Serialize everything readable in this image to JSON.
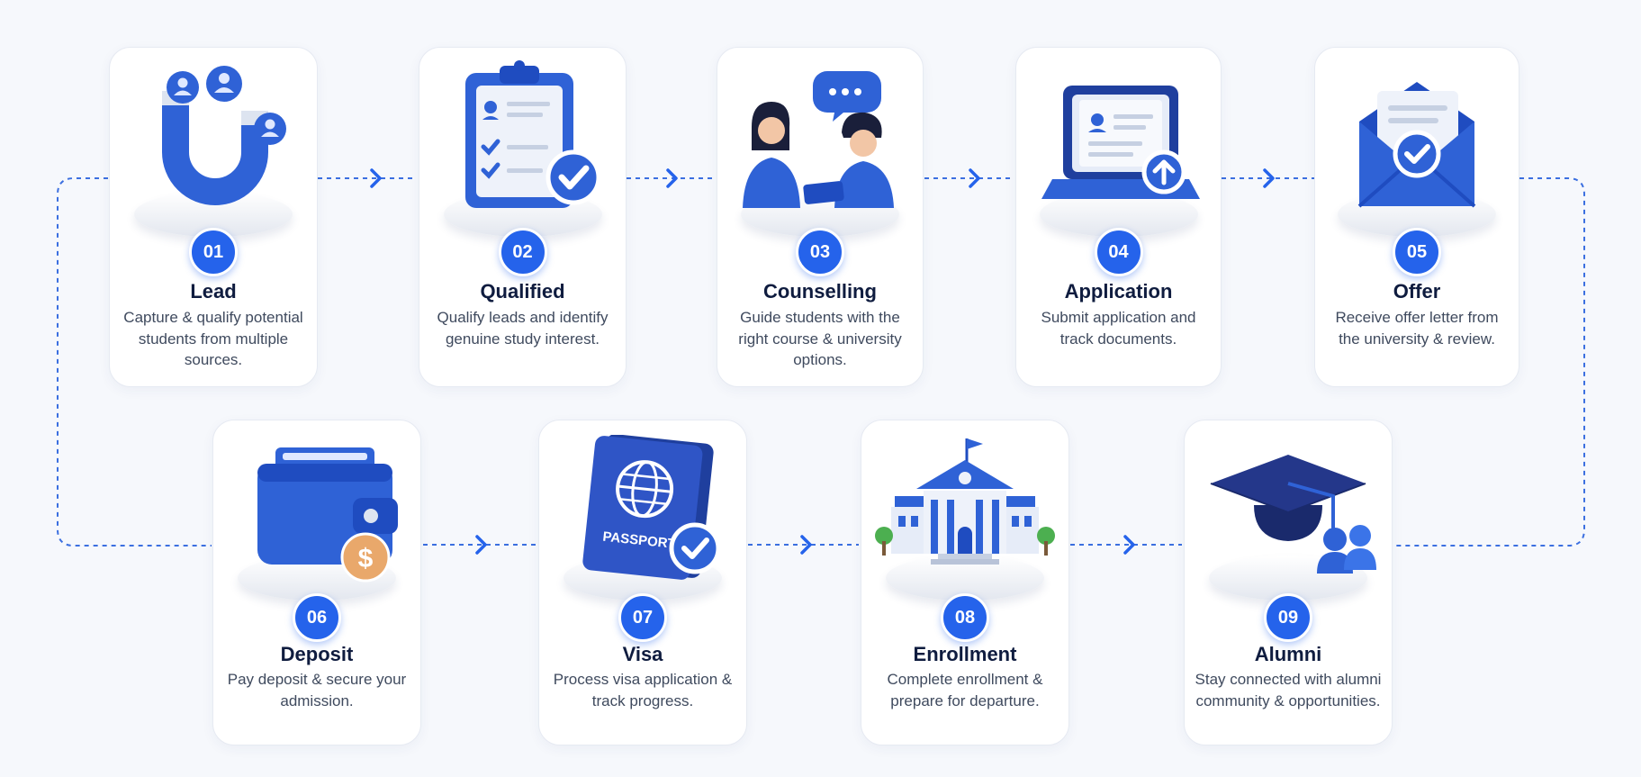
{
  "colors": {
    "accent": "#2563eb",
    "title": "#0f1c3f",
    "text": "#3f4a5e",
    "connector": "#3b6fe0"
  },
  "steps": [
    {
      "number": "01",
      "title": "Lead",
      "description": "Capture & qualify potential students from multiple sources.",
      "icon": "magnet-attracting-users-icon"
    },
    {
      "number": "02",
      "title": "Qualified",
      "description": "Qualify leads and identify genuine study interest.",
      "icon": "clipboard-checklist-icon"
    },
    {
      "number": "03",
      "title": "Counselling",
      "description": "Guide students with the right course & university options.",
      "icon": "counselling-conversation-icon"
    },
    {
      "number": "04",
      "title": "Application",
      "description": "Submit application and track documents.",
      "icon": "laptop-upload-icon"
    },
    {
      "number": "05",
      "title": "Offer",
      "description": "Receive offer letter from the university & review.",
      "icon": "envelope-offer-letter-icon"
    },
    {
      "number": "06",
      "title": "Deposit",
      "description": "Pay deposit & secure your admission.",
      "icon": "wallet-coin-icon"
    },
    {
      "number": "07",
      "title": "Visa",
      "description": "Process visa application & track progress.",
      "icon": "passport-check-icon"
    },
    {
      "number": "08",
      "title": "Enrollment",
      "description": "Complete enrollment & prepare for departure.",
      "icon": "university-building-icon"
    },
    {
      "number": "09",
      "title": "Alumni",
      "description": "Stay connected with alumni community & opportunities.",
      "icon": "graduation-cap-community-icon"
    }
  ],
  "passport_label": "PASSPORT"
}
